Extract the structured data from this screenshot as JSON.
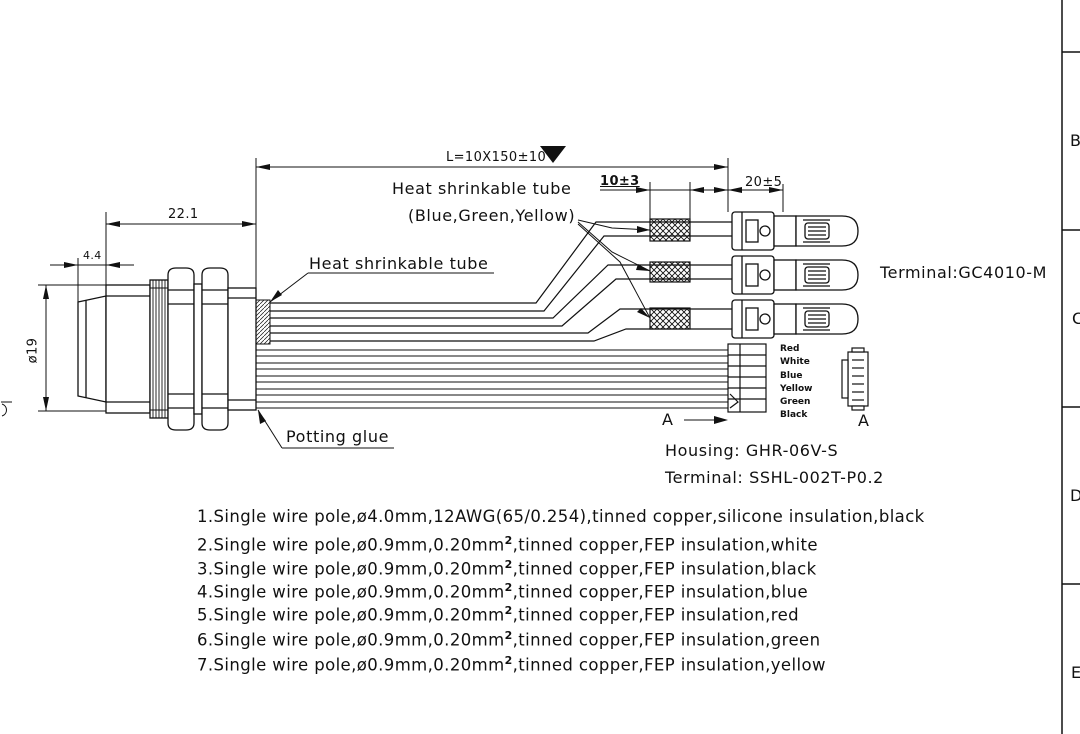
{
  "dimensions": {
    "total_length": "L=10X150±10",
    "body_length": "22.1",
    "flange": "4.4",
    "diameter": "ø19",
    "sleeve_offset": "10±3",
    "terminal_length": "20±5"
  },
  "labels": {
    "heat_shrink_colored": "Heat shrinkable tube",
    "heat_shrink_colors": "(Blue,Green,Yellow)",
    "heat_shrink": "Heat shrinkable tube",
    "potting": "Potting glue",
    "terminal": "Terminal:GC4010-M",
    "housing": "Housing: GHR-06V-S",
    "housing_terminal": "Terminal: SSHL-002T-P0.2",
    "view_a_left": "A",
    "view_a_right": "A"
  },
  "pin_colors": [
    "Red",
    "White",
    "Blue",
    "Yellow",
    "Green",
    "Black"
  ],
  "notes": [
    {
      "text": "1.Single wire pole,ø4.0mm,12AWG(65/0.254),tinned copper,silicone insulation,black",
      "sup": ""
    },
    {
      "text": "2.Single wire pole,ø0.9mm,0.20mm",
      "sup": "2",
      "tail": ",tinned copper,FEP insulation,white"
    },
    {
      "text": "3.Single wire pole,ø0.9mm,0.20mm",
      "sup": "2",
      "tail": ",tinned copper,FEP insulation,black"
    },
    {
      "text": "4.Single wire pole,ø0.9mm,0.20mm",
      "sup": "2",
      "tail": ",tinned copper,FEP insulation,blue"
    },
    {
      "text": "5.Single wire pole,ø0.9mm,0.20mm",
      "sup": "2",
      "tail": ",tinned copper,FEP insulation,red"
    },
    {
      "text": "6.Single wire pole,ø0.9mm,0.20mm",
      "sup": "2",
      "tail": ",tinned copper,FEP insulation,green"
    },
    {
      "text": "7.Single wire pole,ø0.9mm,0.20mm",
      "sup": "2",
      "tail": ",tinned copper,FEP insulation,yellow"
    }
  ],
  "frame": {
    "letters": [
      "B",
      "C",
      "D",
      "E"
    ],
    "edge_mark": "E"
  }
}
